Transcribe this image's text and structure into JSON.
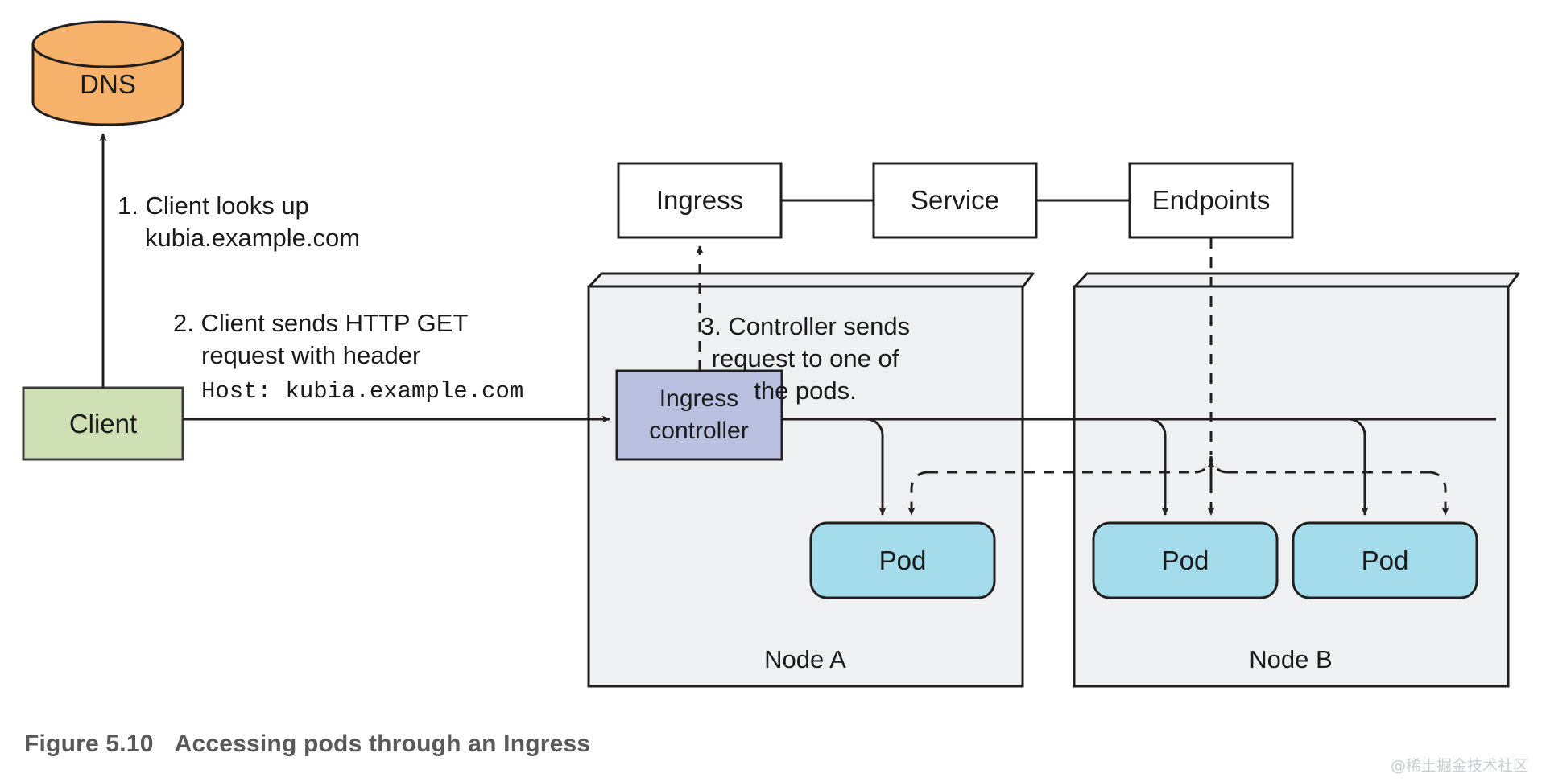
{
  "figure": {
    "number": "Figure 5.10",
    "title": "Accessing pods through an Ingress",
    "watermark": "@稀土掘金技术社区"
  },
  "colors": {
    "dns_fill": "#f6b26b",
    "client_fill": "#cfe0b4",
    "ingress_controller_fill": "#b9bfdf",
    "pod_fill": "#a5dcec",
    "node_fill": "#eff0f1",
    "resource_fill": "#ffffff",
    "stroke": "#231f20",
    "text": "#1a1a1a",
    "caption_text": "#59595b",
    "watermark_text": "#c9cdd4"
  },
  "nodes": {
    "dns": {
      "label": "DNS",
      "shape": "cylinder"
    },
    "client": {
      "label": "Client",
      "shape": "rect"
    },
    "ingress": {
      "label": "Ingress",
      "shape": "rect"
    },
    "service": {
      "label": "Service",
      "shape": "rect"
    },
    "endpoints": {
      "label": "Endpoints",
      "shape": "rect"
    },
    "ingress_controller": {
      "label_line1": "Ingress",
      "label_line2": "controller",
      "shape": "rect"
    },
    "node_a": {
      "label": "Node A",
      "shape": "box3d"
    },
    "node_b": {
      "label": "Node B",
      "shape": "box3d"
    },
    "pod_a1": {
      "label": "Pod",
      "shape": "rounded-rect"
    },
    "pod_b1": {
      "label": "Pod",
      "shape": "rounded-rect"
    },
    "pod_b2": {
      "label": "Pod",
      "shape": "rounded-rect"
    }
  },
  "annotations": {
    "step1": {
      "line1": "1. Client looks up",
      "line2": "kubia.example.com"
    },
    "step2": {
      "line1": "2. Client sends HTTP GET",
      "line2": "request with header",
      "line3_mono": "Host: kubia.example.com"
    },
    "step3": {
      "line1": "3. Controller sends",
      "line2": "request to one of",
      "line3": "the pods."
    }
  }
}
